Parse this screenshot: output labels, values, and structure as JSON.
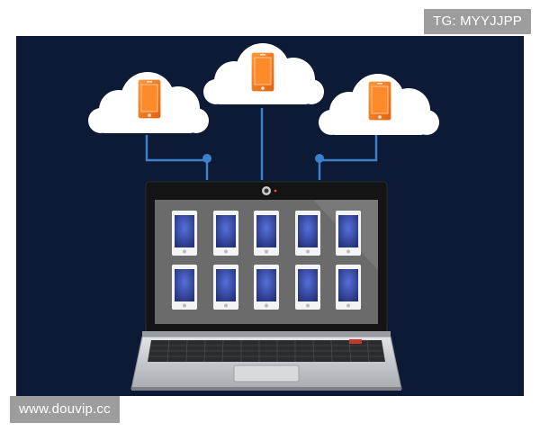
{
  "watermarks": {
    "top_right": "TG: MYYJJPP",
    "bottom_left": "www.douvip.cc"
  },
  "illustration": {
    "cloud_count": 3,
    "screen_grid": {
      "rows": 2,
      "columns": 5
    },
    "colors": {
      "background": "#0c1a36",
      "cloud": "#ffffff",
      "phone_orange": "#f07a1e",
      "connector": "#3d7fc8",
      "laptop_silver": "#c9cbce",
      "screen_gray": "#6e6e6e",
      "tablet_blue": "#3446a3"
    },
    "icons": [
      "cloud-icon",
      "smartphone-icon",
      "laptop-icon",
      "tablet-icon",
      "webcam-icon"
    ]
  }
}
